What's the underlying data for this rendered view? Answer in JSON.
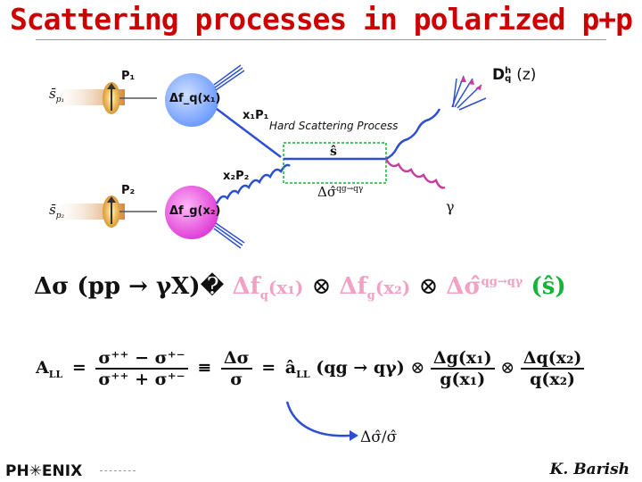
{
  "title": "Scattering processes in polarized p+p",
  "diagram": {
    "proton1_label": "P₁",
    "proton2_label": "P₂",
    "spin1_label": "s̄",
    "spin1_sub": "p₁",
    "spin2_label": "s̄",
    "spin2_sub": "p₂",
    "pdf_quark": "Δf_q(x₁)",
    "pdf_gluon": "Δf_g(x₂)",
    "x1p1": "x₁P₁",
    "x2p2": "x₂P₂",
    "hard_scattering": "Hard Scattering Process",
    "s_hat": "ŝ",
    "partonic_xsec": "Δσ̂",
    "partonic_sup": "qg→qγ",
    "frag_function": "D",
    "frag_sup": "h",
    "frag_sub": "q",
    "frag_arg": "(z)",
    "photon": "γ"
  },
  "equation1": {
    "lhs": "Δσ (pp → γX)",
    "box": "�",
    "pdf1": "Δf",
    "pdf1_sub": "q",
    "pdf1_arg": "(x₁)",
    "otimes1": "⊗",
    "pdf2": "Δf",
    "pdf2_sub": "g",
    "pdf2_arg": "(x₂)",
    "otimes2": "⊗",
    "xsec": "Δσ̂",
    "xsec_sup": "qg→qγ",
    "s_arg": "(ŝ)"
  },
  "equation2": {
    "all": "A",
    "all_sub": "LL",
    "eq1": "=",
    "num1": "σ⁺⁺ − σ⁺⁻",
    "den1": "σ⁺⁺ + σ⁺⁻",
    "equiv": "≡",
    "num2": "Δσ",
    "den2": "σ",
    "eq2": "=",
    "ahat": "â",
    "ahat_sub": "LL",
    "process": "(qg → qγ)",
    "otimes1": "⊗",
    "num3": "Δg(x₁)",
    "den3": "g(x₁)",
    "otimes2": "⊗",
    "num4": "Δq(x₂)",
    "den4": "q(x₂)"
  },
  "annotation": "Δσ̂/σ̂",
  "footer": {
    "logo": "PH✳ENIX",
    "author": "K. Barish"
  },
  "colors": {
    "title": "#cc0000",
    "quark_pdf": "#8ab4ff",
    "gluon_pdf": "#e84fe0",
    "partonic": "#2d4fd0",
    "pink_terms": "#f2a0c4",
    "green_terms": "#16b33a"
  }
}
